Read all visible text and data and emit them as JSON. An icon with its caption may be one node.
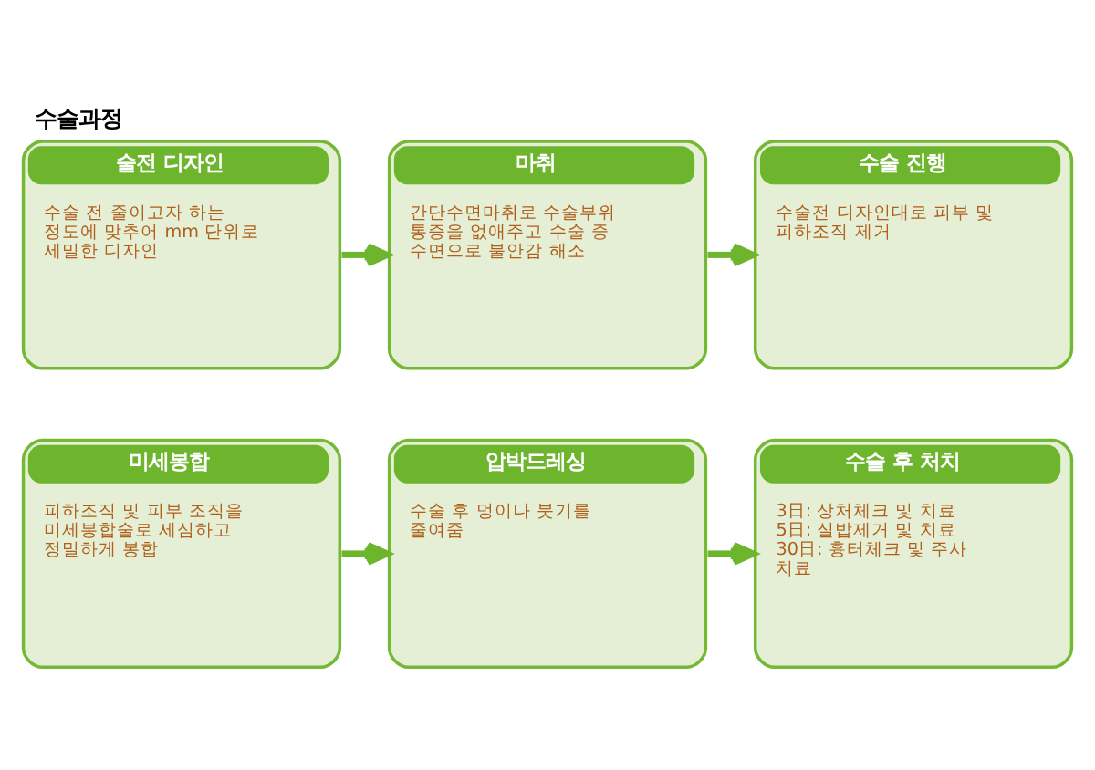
{
  "diagram": {
    "title": "수술과정",
    "nodes": [
      {
        "text": [
          "술전 디자인",
          "수술 전 줄이고자 하는 정도에 맞추어 mm 단위로 세밀한 디자인"
        ]
      },
      {
        "text": [
          "마취",
          "간단수면마취로 수술부위 통증을 없애주고 수술 중 수면으로 불안감 해소"
        ]
      },
      {
        "text": [
          "수술 진행",
          "수술전 디자인대로 피부 및 피하조직 제거"
        ]
      },
      {
        "text": [
          "미세봉합",
          "피하조직 및 피부 조직을 미세봉합술로 세심하고 정밀하게 봉합"
        ]
      },
      {
        "text": [
          "압박드레싱",
          "수술 후 멍이나 붓기를 줄여줌"
        ]
      },
      {
        "text": [
          "수술 후 처치",
          "3日: 상처체크 및 치료",
          "5日: 실밥제거 및 치료",
          "30日: 흉터체크 및 주사 치료"
        ]
      }
    ],
    "edges": [
      {
        "from": 0,
        "to": 1,
        "arrow": "to"
      },
      {
        "from": 1,
        "to": 2,
        "arrow": "to"
      },
      {
        "from": 3,
        "to": 4,
        "arrow": "to"
      },
      {
        "from": 4,
        "to": 5,
        "arrow": "to"
      }
    ]
  }
}
